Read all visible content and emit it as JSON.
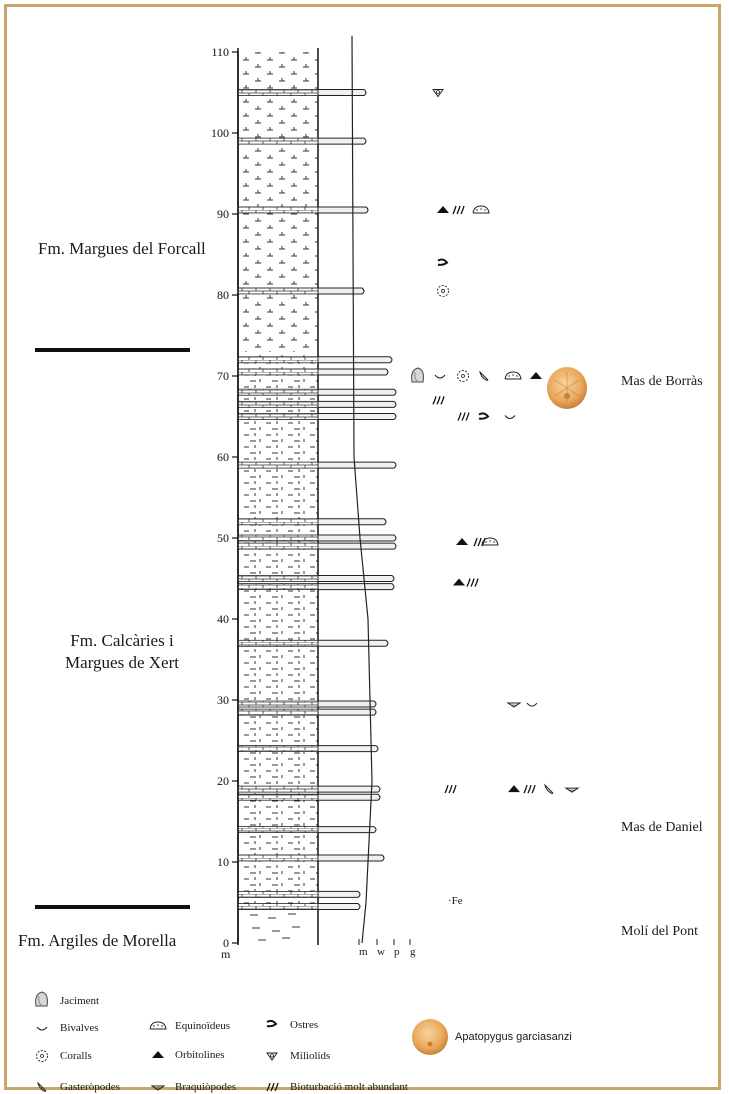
{
  "formations": [
    {
      "name": "Fm. Margues del Forcall"
    },
    {
      "name": "Fm. Calcàries i Margues de Xert"
    },
    {
      "name": "Fm. Argiles de Morella"
    }
  ],
  "localities": [
    "Mas de Borràs",
    "Mas de Daniel",
    "Molí del Pont"
  ],
  "scale": {
    "unit": "m",
    "ticks": [
      "0",
      "10",
      "20",
      "30",
      "40",
      "50",
      "60",
      "70",
      "80",
      "90",
      "100",
      "110"
    ],
    "min": 0,
    "max": 110
  },
  "grain_size_labels": [
    "m",
    "w",
    "p",
    "g"
  ],
  "beds_m": [
    105,
    99,
    90.5,
    80.5,
    72,
    70.5,
    68,
    66.5,
    65,
    59,
    52,
    50,
    49,
    45,
    44,
    37,
    29.5,
    28.5,
    24,
    19,
    18,
    14,
    10.5,
    6,
    4.5
  ],
  "fossil_markers": [
    {
      "level_m": 105,
      "symbols": [
        "miliolid-icon"
      ]
    },
    {
      "level_m": 90.5,
      "symbols": [
        "orbitoline-icon",
        "bioturbation-icon",
        "echinoid-icon"
      ]
    },
    {
      "level_m": 84,
      "symbols": [
        "oyster-icon"
      ]
    },
    {
      "level_m": 80.5,
      "symbols": [
        "coral-icon"
      ]
    },
    {
      "level_m": 70,
      "symbols": [
        "site-icon",
        "bivalve-icon",
        "coral-icon",
        "gastropod-icon",
        "echinoid-icon",
        "orbitoline-icon"
      ]
    },
    {
      "level_m": 67,
      "symbols": [
        "bioturbation-icon"
      ]
    },
    {
      "level_m": 65,
      "symbols": [
        "bioturbation-icon",
        "oyster-icon",
        "bivalve-icon"
      ]
    },
    {
      "level_m": 49.5,
      "symbols": [
        "orbitoline-icon",
        "bioturbation-icon",
        "echinoid-icon"
      ]
    },
    {
      "level_m": 44.5,
      "symbols": [
        "orbitoline-icon",
        "bioturbation-icon"
      ]
    },
    {
      "level_m": 29.5,
      "symbols": [
        "brachiopod-icon",
        "bivalve-icon"
      ]
    },
    {
      "level_m": 19,
      "symbols": [
        "bioturbation-icon",
        "orbitoline-icon",
        "bioturbation-icon",
        "gastropod-icon",
        "brachiopod-icon"
      ]
    }
  ],
  "fe_label": "Fe",
  "legend": {
    "items": [
      {
        "icon": "site-icon",
        "label": "Jaciment"
      },
      {
        "icon": "bivalve-icon",
        "label": "Bivalves"
      },
      {
        "icon": "echinoid-icon",
        "label": "Equinoïdeus"
      },
      {
        "icon": "oyster-icon",
        "label": "Ostres"
      },
      {
        "icon": "coral-icon",
        "label": "Coralls"
      },
      {
        "icon": "orbitoline-icon",
        "label": "Orbitolines"
      },
      {
        "icon": "miliolid-icon",
        "label": "Miliolids"
      },
      {
        "icon": "gastropod-icon",
        "label": "Gasteròpodes"
      },
      {
        "icon": "brachiopod-icon",
        "label": "Braquiòpodes"
      },
      {
        "icon": "bioturbation-icon",
        "label": "Bioturbació molt abundant"
      }
    ],
    "species": "Apatopygus garciasanzi"
  },
  "colors": {
    "frame": "#c9a66b",
    "echinoid_fill": "#e8a85a",
    "echinoid_edge": "#c98036",
    "ink": "#1a1a1a"
  }
}
